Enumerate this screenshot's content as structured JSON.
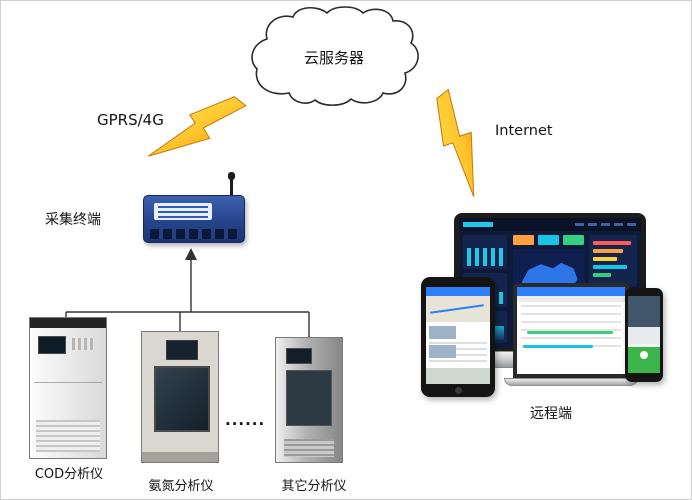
{
  "diagram": {
    "cloud": {
      "label": "云服务器"
    },
    "links": {
      "left": "GPRS/4G",
      "right": "Internet"
    },
    "terminal": {
      "label": "采集终端"
    },
    "analyzers": [
      {
        "label": "COD分析仪"
      },
      {
        "label": "氨氮分析仪"
      },
      {
        "label": "其它分析仪"
      }
    ],
    "ellipsis": "......",
    "remote": {
      "label": "远程端"
    },
    "colors": {
      "lightning": "#ffc62e",
      "terminal_blue": "#27448c",
      "dashboard_bg": "#0d1a38",
      "accent_cyan": "#1fc8e8",
      "phone_green": "#3cb54a"
    }
  }
}
